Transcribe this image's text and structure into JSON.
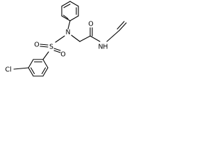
{
  "molecule": {
    "atoms": {
      "chlorine": "Cl",
      "sulfur": "S",
      "oxygen_left": "O",
      "oxygen_right": "O",
      "nitrogen_sulfonamide": "N",
      "oxygen_carbonyl": "O",
      "nitrogen_amide": "N",
      "hydrogen_amide": "H"
    }
  }
}
